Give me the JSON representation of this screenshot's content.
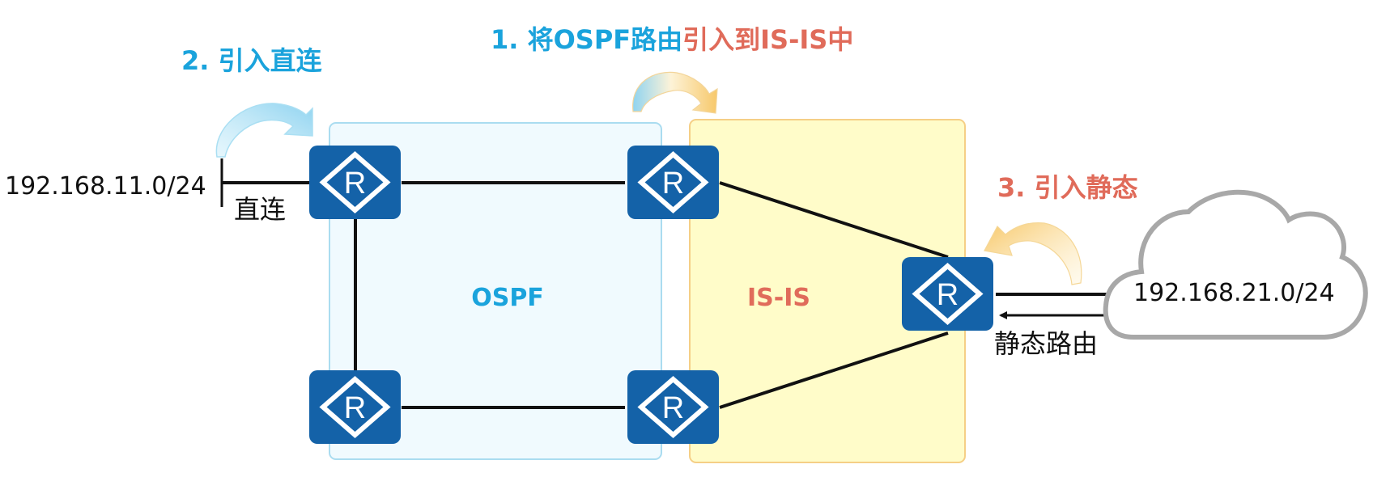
{
  "colors": {
    "blue_text": "#1aa3dc",
    "red_text": "#e06b5a",
    "router_fill": "#1462a8",
    "ospf_area_fill": "#f0fafe",
    "ospf_area_border": "#aadcf0",
    "isis_area_fill": "#fffcc9",
    "isis_area_border": "#f5cf86",
    "cloud_border": "#a8a8a8",
    "link": "#111111"
  },
  "titles": {
    "step1_blue": "1. 将OSPF路由",
    "step1_red": "引入到IS-IS中",
    "step2": "2. 引入直连",
    "step3": "3. 引入静态"
  },
  "areas": {
    "ospf": "OSPF",
    "isis": "IS-IS"
  },
  "labels": {
    "direct_network": "192.168.11.0/24",
    "direct_label": "直连",
    "static_network": "192.168.21.0/24",
    "static_label": "静态路由"
  },
  "routers": [
    {
      "id": "ospf-top-left",
      "glyph": "R"
    },
    {
      "id": "ospf-top-right",
      "glyph": "R"
    },
    {
      "id": "ospf-bottom-left",
      "glyph": "R"
    },
    {
      "id": "ospf-bottom-right",
      "glyph": "R"
    },
    {
      "id": "isis-right",
      "glyph": "R"
    }
  ]
}
